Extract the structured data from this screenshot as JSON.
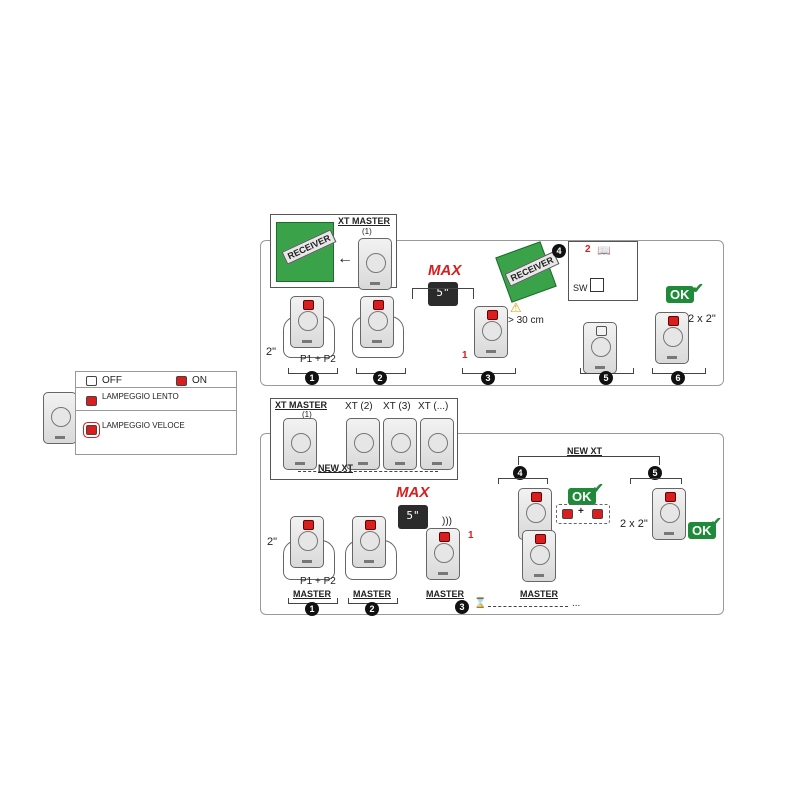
{
  "legend": {
    "off_label": "OFF",
    "on_label": "ON",
    "slow_label": "LAMPEGGIO LENTO",
    "fast_label": "LAMPEGGIO VELOCE",
    "led_color": "#d81e1e"
  },
  "top_panel": {
    "receiver_label": "RECEIVER",
    "xt_master_label": "XT MASTER",
    "xt_master_sub": "(1)",
    "hold_time": "2\"",
    "buttons_label": "P1 + P2",
    "max_label": "MAX",
    "display_value": "5\"",
    "distance_label": "> 30 cm",
    "sw_label": "SW",
    "ok_label": "OK",
    "repeat_label": "2 x 2\"",
    "badge_1": "1",
    "badge_2": "2",
    "steps": [
      "1",
      "2",
      "3",
      "4",
      "5",
      "6"
    ]
  },
  "bottom_panel": {
    "xt_master_label": "XT MASTER",
    "xt_master_sub": "(1)",
    "xt2_label": "XT (2)",
    "xt3_label": "XT (3)",
    "xtn_label": "XT (...)",
    "new_xt_label": "NEW XT",
    "hold_time": "2\"",
    "buttons_label": "P1 + P2",
    "max_label": "MAX",
    "display_value": "5\"",
    "master_label": "MASTER",
    "ok_label": "OK",
    "plus_label": "+",
    "repeat_label": "2 x 2\"",
    "continue_label": "...",
    "badge_1": "1",
    "steps": [
      "1",
      "2",
      "3",
      "4",
      "5"
    ]
  },
  "colors": {
    "accent_red": "#d81e1e",
    "ok_green": "#1f8a3a",
    "receiver_green": "#3aa34a",
    "badge_blue": "#1a4fa0"
  }
}
